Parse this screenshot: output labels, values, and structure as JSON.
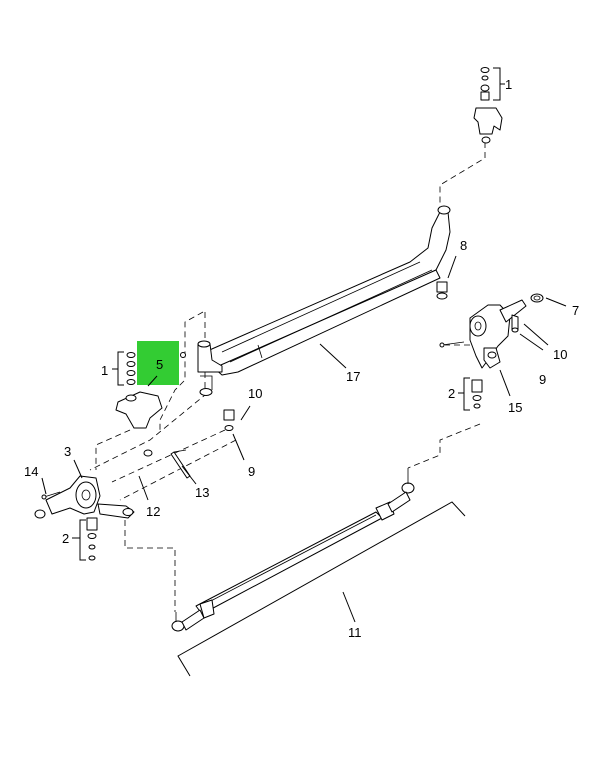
{
  "highlight_color": "#33cc33",
  "callouts": {
    "c1_top": "1",
    "c1_left": "1",
    "c2_left": "2",
    "c2_right": "2",
    "c3": "3",
    "c5": "5",
    "c7": "7",
    "c8": "8",
    "c9_mid": "9",
    "c9_right": "9",
    "c10_mid": "10",
    "c10_right": "10",
    "c11": "11",
    "c12": "12",
    "c13": "13",
    "c14": "14",
    "c15": "15",
    "c17": "17"
  }
}
